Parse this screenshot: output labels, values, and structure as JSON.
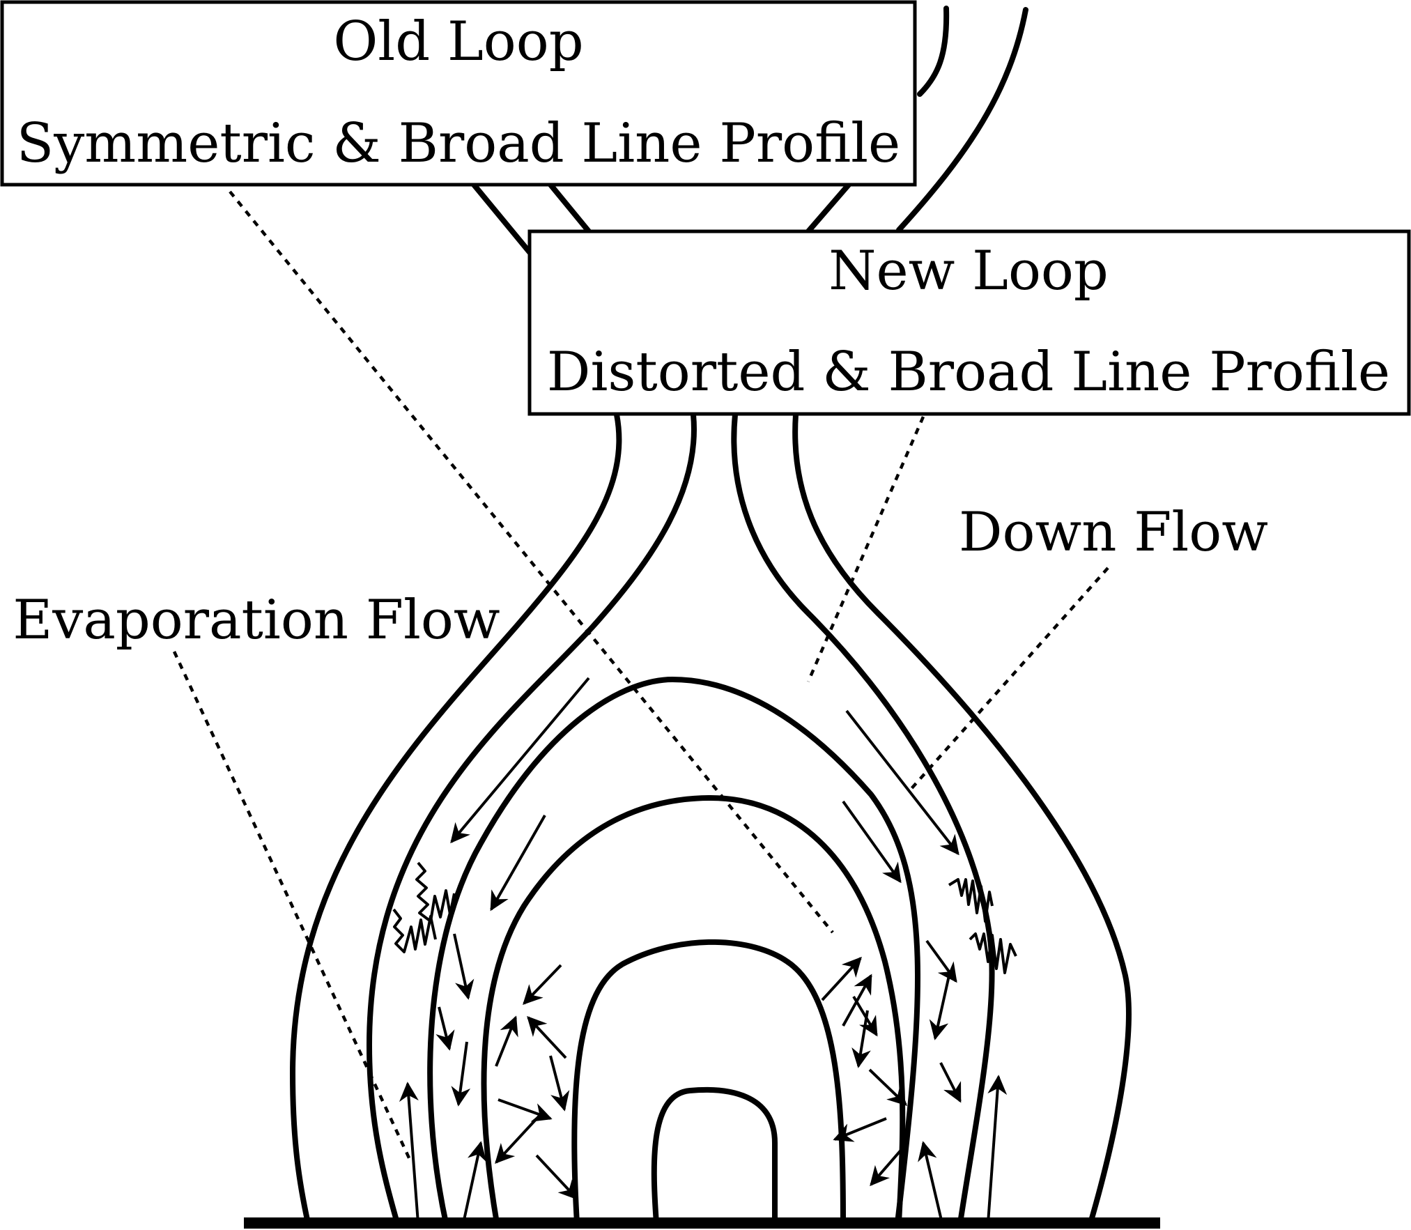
{
  "old_loop": {
    "title": "Old Loop",
    "subtitle": "Symmetric & Broad Line Profile"
  },
  "new_loop": {
    "title": "New Loop",
    "subtitle": "Distorted & Broad Line Profile"
  },
  "labels": {
    "down_flow": "Down Flow",
    "evaporation_flow": "Evaporation Flow"
  }
}
